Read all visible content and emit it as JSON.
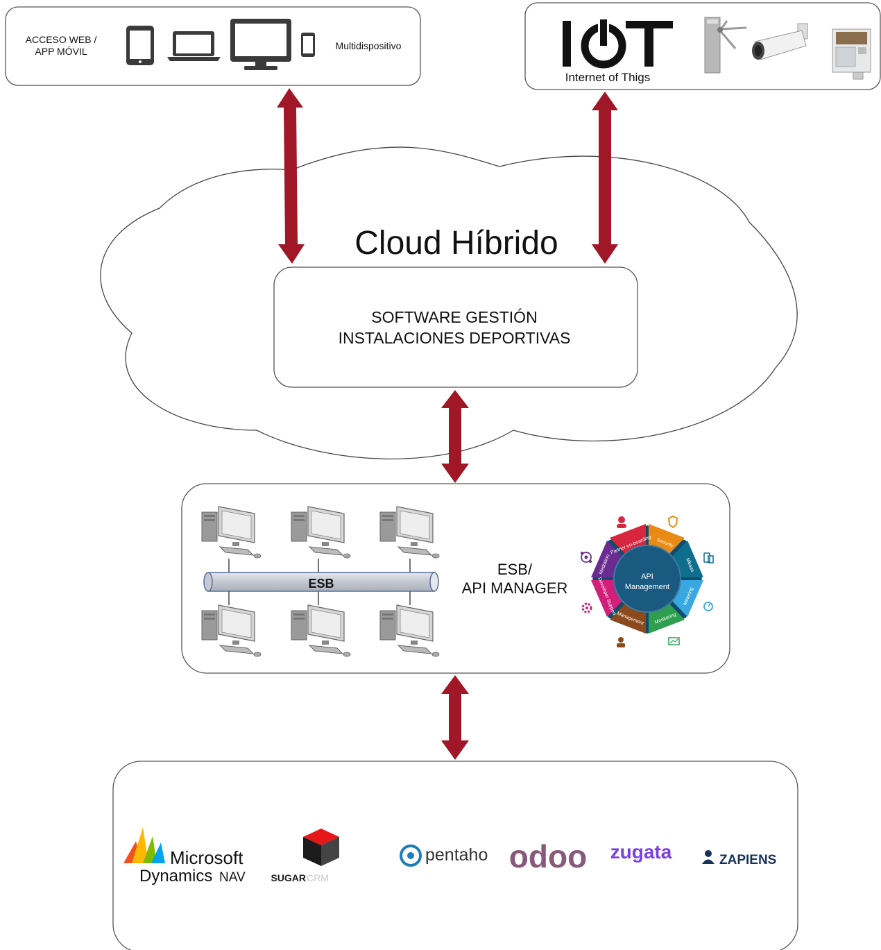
{
  "top_left_box": {
    "access_line1": "ACCESO WEB /",
    "access_line2": "APP MÓVIL",
    "multi_label": "Multidispositivo",
    "device_icons": [
      "tablet-icon",
      "laptop-icon",
      "desktop-monitor-icon",
      "smartphone-icon"
    ]
  },
  "top_right_box": {
    "iot_logo": "IOT",
    "iot_caption": "Internet of Thigs",
    "device_icons": [
      "turnstile-icon",
      "security-camera-icon",
      "vending-machine-icon"
    ]
  },
  "cloud": {
    "title": "Cloud Híbrido",
    "software_line1": "SOFTWARE GESTIÓN",
    "software_line2": "INSTALACIONES DEPORTIVAS"
  },
  "esb_box": {
    "bus_label": "ESB",
    "label_line1": "ESB/",
    "label_line2": "API MANAGER",
    "api_center_line1": "API",
    "api_center_line2": "Management",
    "api_segments": [
      "Partner on-boarding",
      "Security",
      "Mbaas",
      "Metering",
      "Monitoring",
      "Management",
      "Developer Support",
      "Mediation"
    ]
  },
  "erp_box": {
    "microsoft_line1": "Microsoft",
    "microsoft_line2": "Dynamics",
    "microsoft_suffix": "NAV",
    "sugar_part1": "SUGAR",
    "sugar_part2": "CRM",
    "pentaho": "pentaho",
    "odoo": "odoo",
    "zugata": "zugata",
    "zapiens": "ZAPIENS"
  },
  "colors": {
    "arrow": "#A01727",
    "box_border": "#555555",
    "cloud_border": "#444444",
    "esb_pipe": "#C8CDD6",
    "odoo": "#875A7B",
    "zugata": "#7B3FE4",
    "pentaho": "#1B7FB6"
  }
}
